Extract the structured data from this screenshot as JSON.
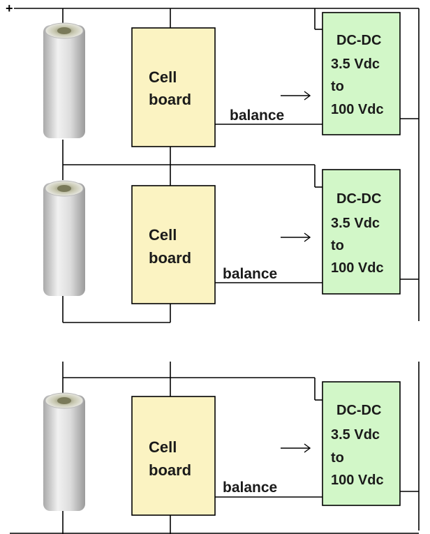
{
  "terminal_plus": "+",
  "terminal_minus": "-",
  "stages": [
    {
      "cell_board_line1": "Cell",
      "cell_board_line2": "board",
      "balance": "balance",
      "dcdc_line1": "DC-DC",
      "dcdc_line2": "3.5 Vdc",
      "dcdc_line3": "to",
      "dcdc_line4": "100 Vdc"
    },
    {
      "cell_board_line1": "Cell",
      "cell_board_line2": "board",
      "balance": "balance",
      "dcdc_line1": "DC-DC",
      "dcdc_line2": "3.5 Vdc",
      "dcdc_line3": "to",
      "dcdc_line4": "100 Vdc"
    },
    {
      "cell_board_line1": "Cell",
      "cell_board_line2": "board",
      "balance": "balance",
      "dcdc_line1": "DC-DC",
      "dcdc_line2": "3.5 Vdc",
      "dcdc_line3": "to",
      "dcdc_line4": "100 Vdc"
    }
  ],
  "colors": {
    "cell_board_fill": "#fbf3c2",
    "dcdc_fill": "#d2f7c8",
    "wire": "#000000"
  }
}
